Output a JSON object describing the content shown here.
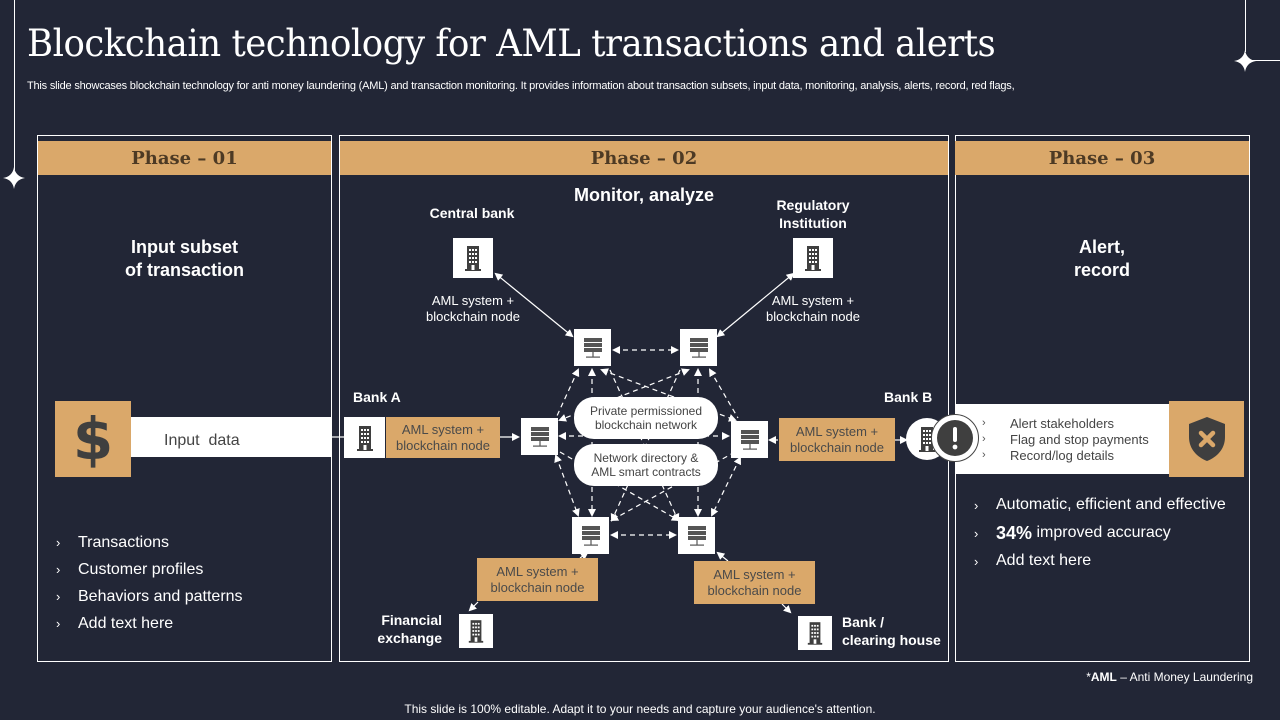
{
  "title": "Blockchain technology for AML transactions and alerts",
  "subtitle": "This slide showcases blockchain technology for anti money laundering (AML) and transaction monitoring. It provides information about transaction subsets, input data, monitoring, analysis, alerts, record, red flags,",
  "colors": {
    "background": "#222636",
    "accent": "#daa86a",
    "phase_text": "#4d3a24",
    "icon_dark": "#3f3f3f"
  },
  "phase1": {
    "label": "Phase – 01",
    "heading_line1": "Input subset",
    "heading_line2": "of transaction",
    "input_icon": "dollar-icon",
    "input_label": "Input  data",
    "bullets": [
      "Transactions",
      "Customer profiles",
      "Behaviors and patterns",
      "Add text here"
    ]
  },
  "phase2": {
    "label": "Phase – 02",
    "heading": "Monitor, analyze",
    "central_bank": {
      "name": "Central bank",
      "node_line1": "AML system +",
      "node_line2": "blockchain node"
    },
    "regulatory": {
      "name_line1": "Regulatory",
      "name_line2": "Institution",
      "node_line1": "AML system +",
      "node_line2": "blockchain node"
    },
    "bank_a": {
      "name": "Bank A",
      "node_line1": "AML system +",
      "node_line2": "blockchain node"
    },
    "bank_b": {
      "name": "Bank B",
      "node_line1": "AML system +",
      "node_line2": "blockchain node"
    },
    "financial_exchange": {
      "name_line1": "Financial",
      "name_line2": "exchange",
      "node_line1": "AML system +",
      "node_line2": "blockchain node"
    },
    "clearing_house": {
      "name_line1": "Bank /",
      "name_line2": "clearing house",
      "node_line1": "AML system +",
      "node_line2": "blockchain node"
    },
    "network_pill": {
      "line1": "Private permissioned",
      "line2": "blockchain network"
    },
    "contracts_pill": {
      "line1": "Network directory &",
      "line2": "AML  smart contracts"
    }
  },
  "phase3": {
    "label": "Phase – 03",
    "heading_line1": "Alert,",
    "heading_line2": "record",
    "alert_icon": "exclamation-icon",
    "shield_icon": "shield-x-icon",
    "alert_items": [
      "Alert stakeholders",
      "Flag and stop payments",
      "Record/log details"
    ],
    "bullets": [
      {
        "bold": "",
        "text": "Automatic, efficient and effective"
      },
      {
        "bold": "34%",
        "text": " improved accuracy"
      },
      {
        "bold": "",
        "text": "Add text here"
      }
    ]
  },
  "footnote": {
    "prefix": "*",
    "bold": "AML",
    "text": " – Anti Money Laundering"
  },
  "footer": "This slide is 100% editable. Adapt it to your needs and capture your audience's attention."
}
